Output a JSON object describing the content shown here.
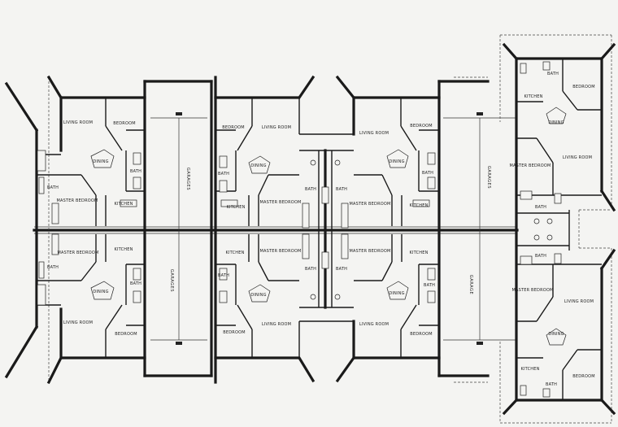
{
  "labels": {
    "living_room": "LIVING ROOM",
    "bedroom": "BEDROOM",
    "master_bedroom": "MASTER BEDROOM",
    "bath": "BATH",
    "kitchen": "KITCHEN",
    "dining": "DINING",
    "garages": "GARAGES",
    "garage": "GARAGE"
  }
}
